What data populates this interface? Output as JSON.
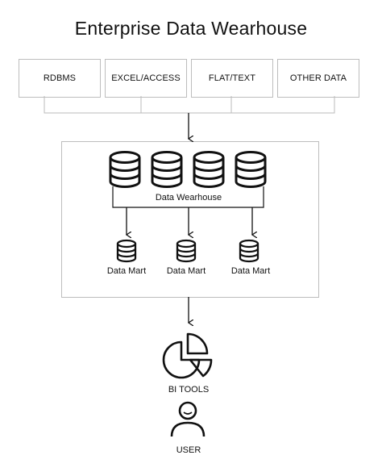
{
  "title": "Enterprise Data Wearhouse",
  "sources": [
    "RDBMS",
    "EXCEL/ACCESS",
    "FLAT/TEXT",
    "OTHER DATA"
  ],
  "warehouse": {
    "label": "Data Wearhouse"
  },
  "marts": [
    "Data Mart",
    "Data Mart",
    "Data Mart"
  ],
  "bi_tools": {
    "label": "BI TOOLS",
    "icon": "pie-chart-icon"
  },
  "user": {
    "label": "USER",
    "icon": "user-icon"
  },
  "colors": {
    "line": "#111111",
    "box_border": "#bdbdbd",
    "connector": "#bbbbbb"
  }
}
